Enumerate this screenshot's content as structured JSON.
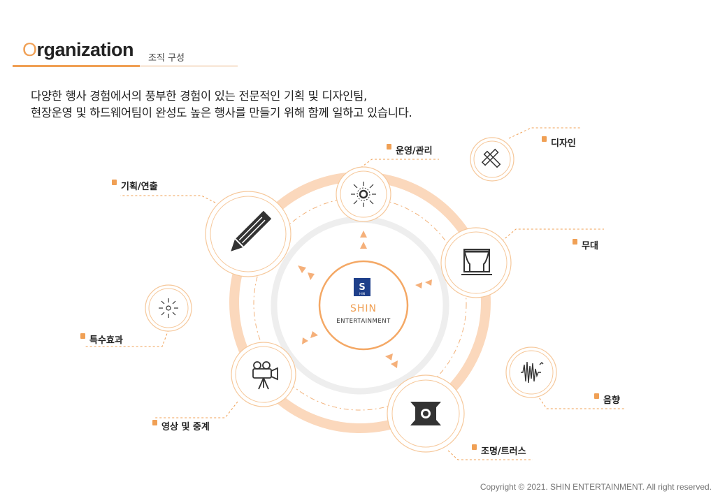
{
  "header": {
    "title_first": "O",
    "title_rest": "rganization",
    "subtitle": "조직 구성"
  },
  "intro": {
    "line1": "다양한 행사 경험에서의 풍부한 경험이 있는 전문적인 기획 및 디자인팀,",
    "line2": "현장운영 및 하드웨어팀이 완성도 높은 행사를 만들기 위해 함께 일하고 있습니다."
  },
  "center_logo": {
    "letter": "S",
    "subletters": "HIN",
    "brand": "SHIN",
    "tagline": "ENTERTAINMENT"
  },
  "nodes": [
    {
      "id": "operation",
      "label": "운영/관리",
      "icon": "network-gear-icon"
    },
    {
      "id": "design",
      "label": "디자인",
      "icon": "ruler-pencil-icon"
    },
    {
      "id": "planning",
      "label": "기획/연출",
      "icon": "pencil-icon"
    },
    {
      "id": "stage",
      "label": "무대",
      "icon": "stage-curtain-icon"
    },
    {
      "id": "special-effects",
      "label": "특수효과",
      "icon": "firework-icon"
    },
    {
      "id": "sound",
      "label": "음향",
      "icon": "sound-wave-icon"
    },
    {
      "id": "video",
      "label": "영상 및 중계",
      "icon": "video-camera-icon"
    },
    {
      "id": "lighting",
      "label": "조명/트러스",
      "icon": "spotlight-icon"
    }
  ],
  "footer": {
    "copyright": "Copyright  © 2021. SHIN ENTERTAINMENT.  All right reserved."
  },
  "colors": {
    "accent": "#f0a055",
    "ring": "#fbd8bc",
    "text": "#222222"
  }
}
